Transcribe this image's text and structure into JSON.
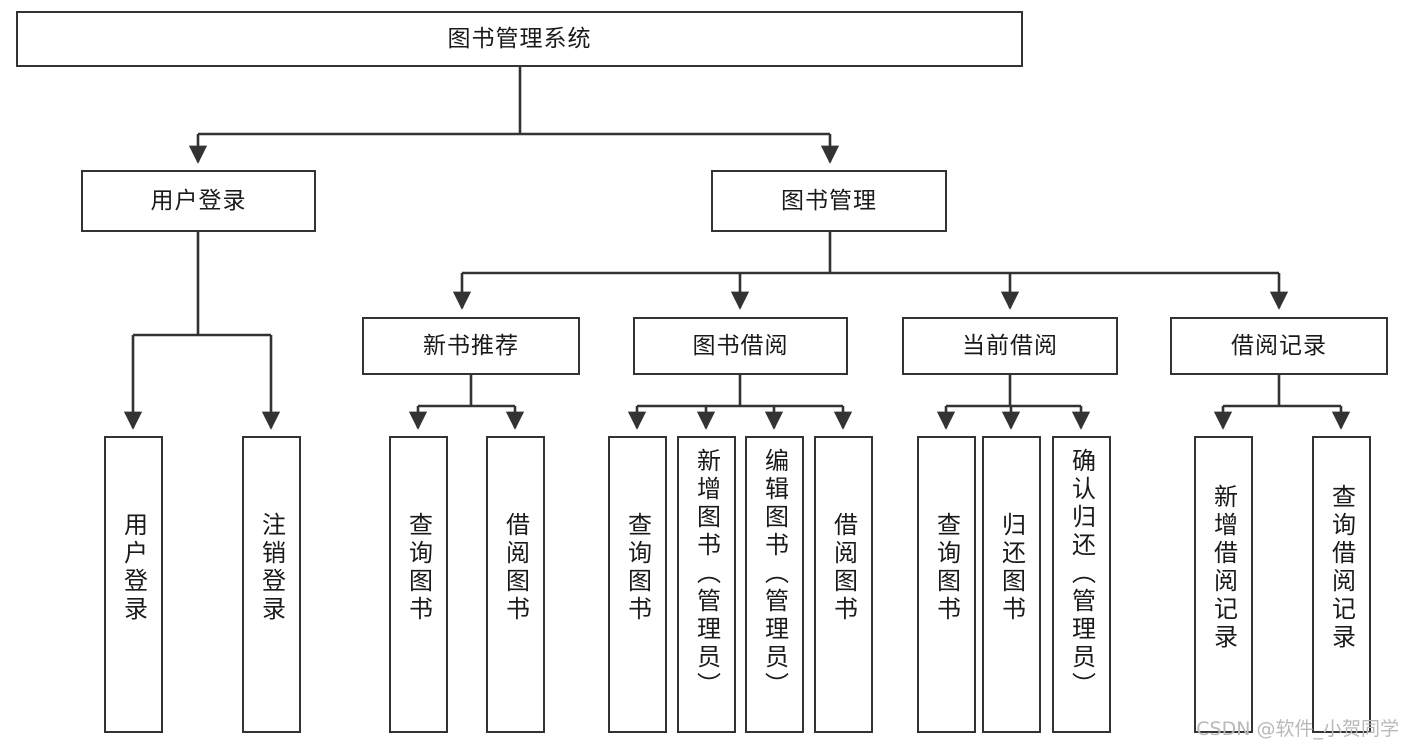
{
  "diagram": {
    "type": "tree-hierarchy",
    "title": "图书管理系统",
    "root": {
      "id": "root",
      "label": "图书管理系统"
    },
    "level2": [
      {
        "id": "user-login",
        "label": "用户登录"
      },
      {
        "id": "book-management",
        "label": "图书管理"
      }
    ],
    "level3": [
      {
        "id": "new-book-recommend",
        "label": "新书推荐",
        "parent": "book-management"
      },
      {
        "id": "book-borrow",
        "label": "图书借阅",
        "parent": "book-management"
      },
      {
        "id": "current-borrow",
        "label": "当前借阅",
        "parent": "book-management"
      },
      {
        "id": "borrow-record",
        "label": "借阅记录",
        "parent": "book-management"
      }
    ],
    "leaves": [
      {
        "id": "leaf-user-login",
        "label": "用户登录",
        "parent": "user-login"
      },
      {
        "id": "leaf-logout",
        "label": "注销登录",
        "parent": "user-login"
      },
      {
        "id": "leaf-query-book-1",
        "label": "查询图书",
        "parent": "new-book-recommend"
      },
      {
        "id": "leaf-borrow-book-1",
        "label": "借阅图书",
        "parent": "new-book-recommend"
      },
      {
        "id": "leaf-query-book-2",
        "label": "查询图书",
        "parent": "book-borrow"
      },
      {
        "id": "leaf-add-book",
        "label": "新增图书（管理员）",
        "parent": "book-borrow"
      },
      {
        "id": "leaf-edit-book",
        "label": "编辑图书（管理员）",
        "parent": "book-borrow"
      },
      {
        "id": "leaf-borrow-book-2",
        "label": "借阅图书",
        "parent": "book-borrow"
      },
      {
        "id": "leaf-query-book-3",
        "label": "查询图书",
        "parent": "current-borrow"
      },
      {
        "id": "leaf-return-book",
        "label": "归还图书",
        "parent": "current-borrow"
      },
      {
        "id": "leaf-confirm-return",
        "label": "确认归还（管理员）",
        "parent": "current-borrow"
      },
      {
        "id": "leaf-add-record",
        "label": "新增借阅记录",
        "parent": "borrow-record"
      },
      {
        "id": "leaf-query-record",
        "label": "查询借阅记录",
        "parent": "borrow-record"
      }
    ],
    "colors": {
      "stroke": "#333333",
      "fill": "#ffffff",
      "text": "#1a1a1a",
      "watermark": "#b9b9b9"
    }
  },
  "watermark": {
    "text": "CSDN @软件_小贺同学"
  }
}
